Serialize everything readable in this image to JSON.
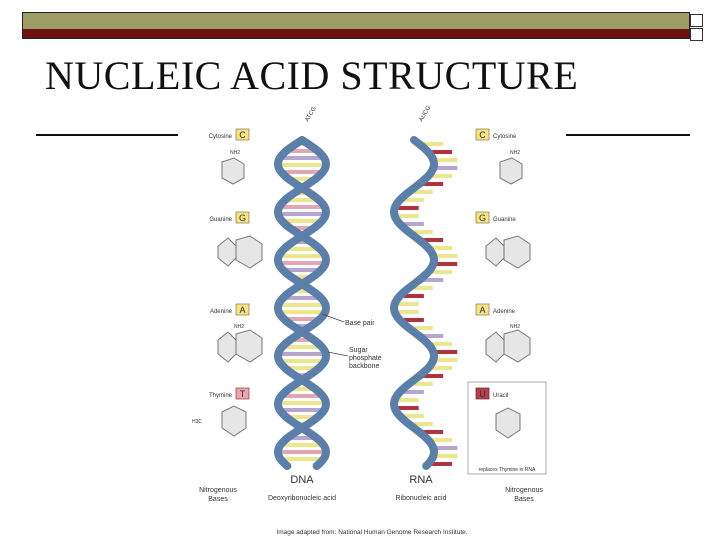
{
  "slide": {
    "title": "NUCLEIC ACID STRUCTURE"
  },
  "figure": {
    "dna_top_label": "ATCG",
    "rna_top_label": "AUCG",
    "bases_left": [
      {
        "name": "Cytosine",
        "letter": "C",
        "sub": "NH2"
      },
      {
        "name": "Guanine",
        "letter": "G",
        "sub": ""
      },
      {
        "name": "Adenine",
        "letter": "A",
        "sub": "NH2"
      },
      {
        "name": "Thymine",
        "letter": "T",
        "sub": "H3C"
      }
    ],
    "bases_right": [
      {
        "name": "Cytosine",
        "letter": "C",
        "sub": "NH2"
      },
      {
        "name": "Guanine",
        "letter": "G",
        "sub": ""
      },
      {
        "name": "Adenine",
        "letter": "A",
        "sub": "NH2"
      },
      {
        "name": "Uracil",
        "letter": "U",
        "sub": ""
      }
    ],
    "uracil_note": "replaces Thymine in RNA",
    "base_pair_label": "Base pair",
    "backbone_label_1": "Sugar",
    "backbone_label_2": "phosphate",
    "backbone_label_3": "backbone",
    "dna_label": "DNA",
    "rna_label": "RNA",
    "dna_sub": "Deoxyribonucleic acid",
    "rna_sub": "Ribonucleic acid",
    "left_footer_1": "Nitrogenous",
    "left_footer_2": "Bases",
    "right_footer_1": "Nitrogenous",
    "right_footer_2": "Bases",
    "credit": "Image adapted from: National Human Genome Research Institute."
  },
  "colors": {
    "backbone": "#5b7fa8",
    "yellow": "#ece68e",
    "pink": "#e1a7b6",
    "purple": "#b6a6cf",
    "red": "#b0343f",
    "badge_yellow": "#f5e38a",
    "badge_pink": "#e9a6ae",
    "badge_red": "#b24250"
  }
}
